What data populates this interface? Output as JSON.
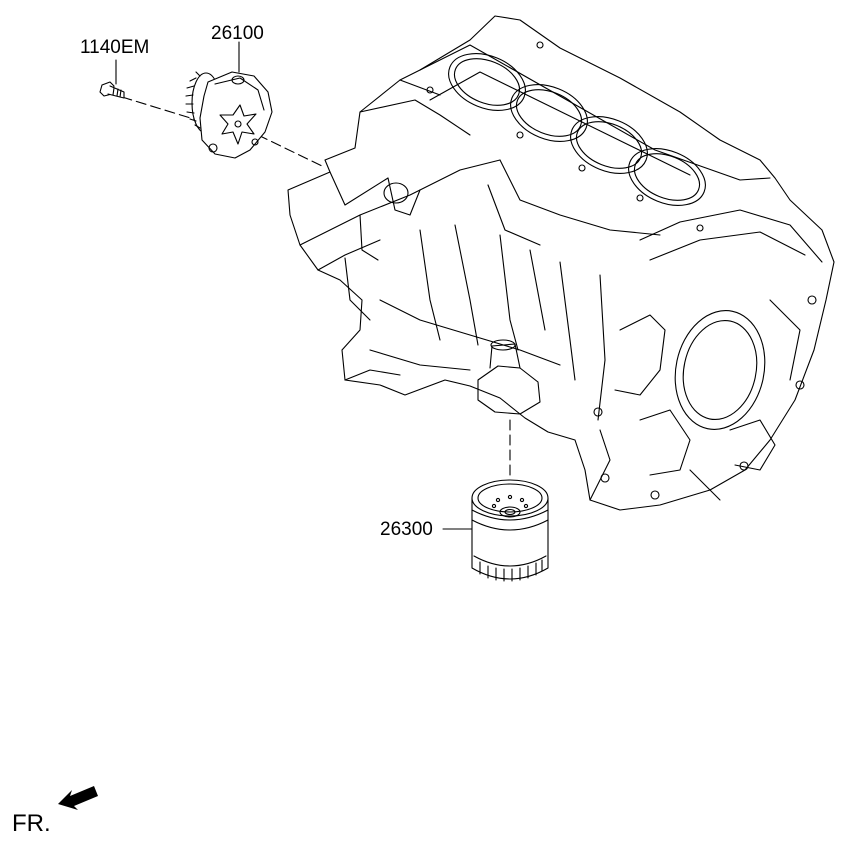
{
  "parts": {
    "bolt_label": "1140EM",
    "pump_label": "26100",
    "filter_label": "26300"
  },
  "orientation": {
    "label": "FR."
  },
  "colors": {
    "line": "#000000",
    "background": "#ffffff"
  }
}
